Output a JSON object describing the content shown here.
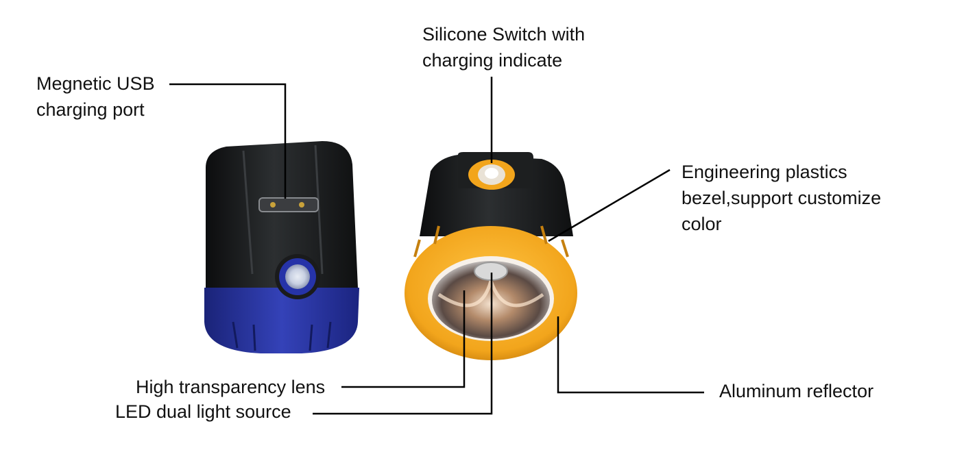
{
  "callouts": {
    "usb_port": "Megnetic USB\ncharging port",
    "switch": "Silicone Switch with\ncharging indicate",
    "bezel": "Engineering plastics\nbezel,support customize\ncolor",
    "lens": "High transparency lens",
    "led": "LED dual light source",
    "reflector": "Aluminum reflector"
  },
  "colors": {
    "housing": "#1c1e1f",
    "blue_base": "#24309a",
    "bezel_yellow": "#f2a51c",
    "leader_line": "#000000"
  }
}
